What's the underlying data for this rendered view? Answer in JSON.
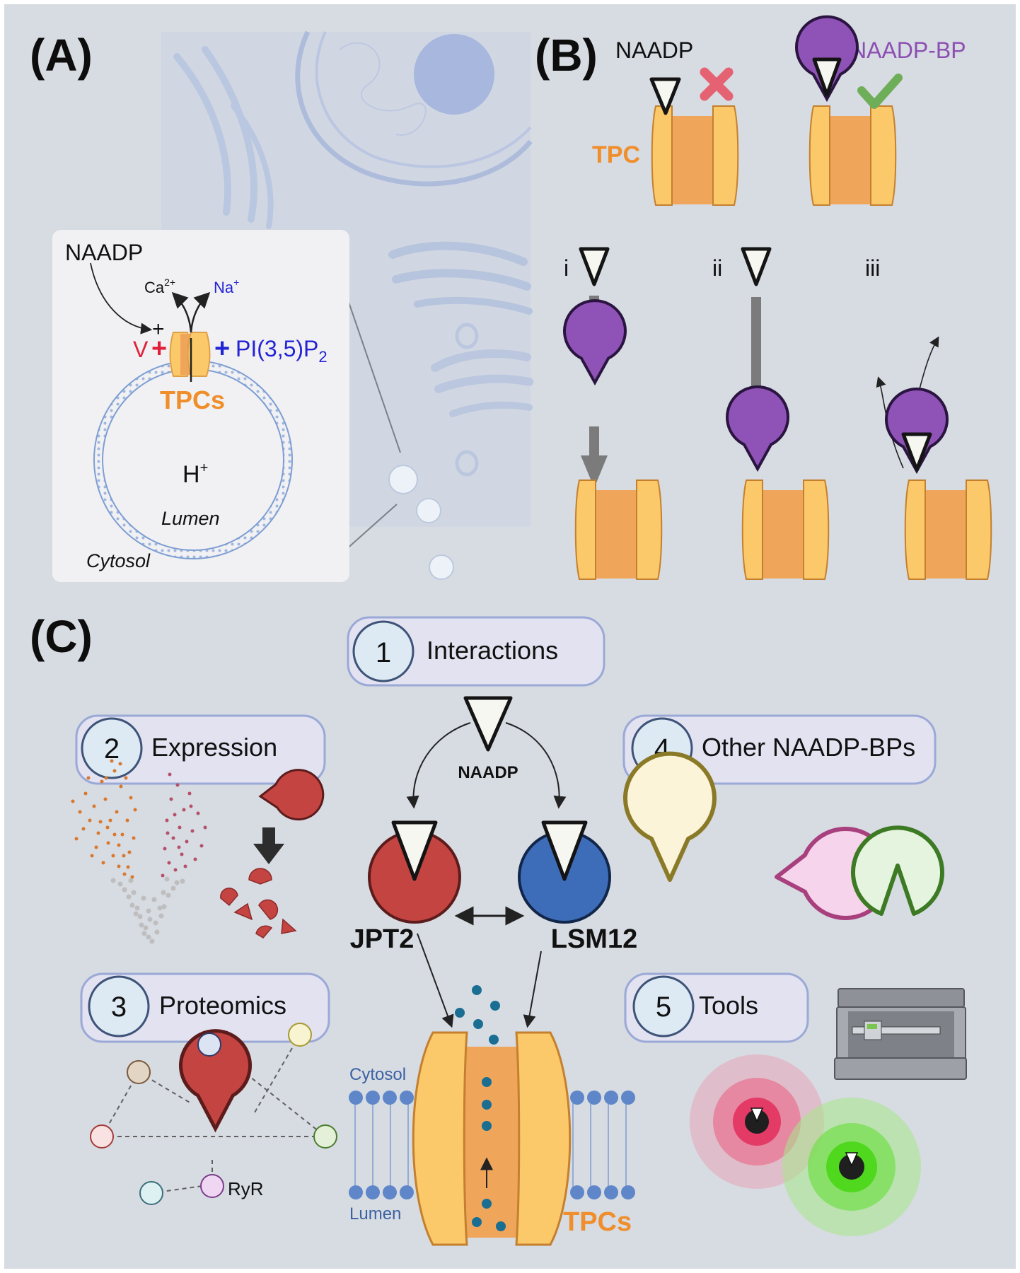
{
  "panels": {
    "a": {
      "label": "(A)",
      "naadp": "NAADP",
      "ca": "Ca",
      "ca_sup": "2+",
      "na": "Na",
      "na_sup": "+",
      "v": "V",
      "pi": "PI(3,5)P",
      "pi_sub": "2",
      "tpcs": "TPCs",
      "h": "H",
      "h_sup": "+",
      "lumen": "Lumen",
      "cytosol": "Cytosol"
    },
    "b": {
      "label": "(B)",
      "naadp": "NAADP",
      "naadp_bp": "NAADP-BP",
      "tpc": "TPC",
      "routes": [
        "i",
        "ii",
        "iii"
      ]
    },
    "c": {
      "label": "(C)",
      "steps": [
        {
          "number": "1",
          "label": "Interactions"
        },
        {
          "number": "2",
          "label": "Expression"
        },
        {
          "number": "3",
          "label": "Proteomics"
        },
        {
          "number": "4",
          "label": "Other NAADP-BPs"
        },
        {
          "number": "5",
          "label": "Tools"
        }
      ],
      "naadp": "NAADP",
      "jpt2": "JPT2",
      "lsm12": "LSM12",
      "ryr": "RyR",
      "cytosol": "Cytosol",
      "lumen": "Lumen",
      "tpcs": "TPCs"
    }
  },
  "colors": {
    "background": "#d7dbe2",
    "tpc_light": "#fbc969",
    "tpc_dark": "#efa65b",
    "naadp_bp_purple": "#8f52b7",
    "jpt2_red": "#c44441",
    "lsm12_blue": "#3d6db9",
    "label_orange": "#ef8e2b",
    "label_purple": "#8c4fb3",
    "naadp_blue": "#2323d6",
    "v_red": "#e0203a",
    "box_fill": "#e3e2f1",
    "box_stroke": "#9aa9d6",
    "membrane_blue": "#5f86c8"
  }
}
